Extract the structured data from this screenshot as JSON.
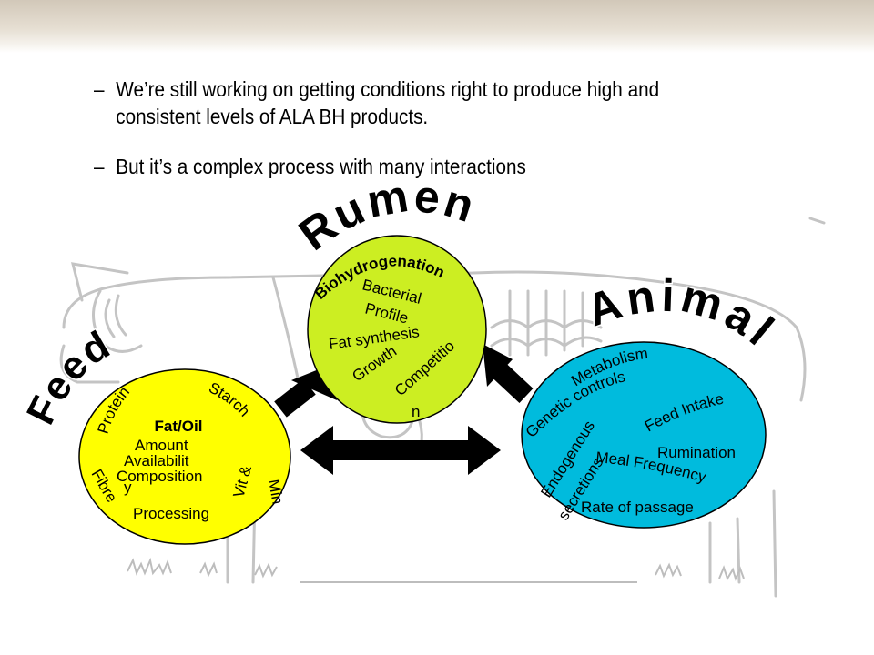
{
  "bullets": [
    {
      "dash": "–",
      "text": "We’re still working on getting conditions right to produce high and consistent levels of ALA BH products."
    },
    {
      "dash": "–",
      "text": "But it’s a complex process with many interactions"
    }
  ],
  "headings": {
    "feed": "Feed",
    "rumen": "Rumen",
    "animal": "Animal"
  },
  "feed": {
    "title": "Fat/Oil",
    "items": {
      "protein": "Protein",
      "starch": "Starch",
      "amount": "Amount",
      "availability": "Availabilit",
      "availability_wrap": "y",
      "composition": "Composition",
      "fibre": "Fibre",
      "vit_min_1": "Vit &",
      "vit_min_2": "Min",
      "processing": "Processing"
    }
  },
  "rumen": {
    "title": "Biohydrogenation",
    "items": {
      "bacterial": "Bacterial",
      "profile": "Profile",
      "fat_synthesis": "Fat synthesis",
      "growth": "Growth",
      "competition": "Competitio",
      "competition_wrap": "n"
    }
  },
  "animal": {
    "items": {
      "metabolism": "Metabolism",
      "genetic": "Genetic controls",
      "feed_intake": "Feed Intake",
      "endogenous": "Endogenous",
      "secretions": "secretions",
      "rumination": "Rumination",
      "meal_frequency": "Meal Frequency",
      "rate_of_passage": "Rate of passage"
    }
  },
  "colors": {
    "feed_fill": "#ffff00",
    "rumen_fill": "#ccee22",
    "animal_fill": "#00bbdd",
    "outline": "#000000",
    "cow": "#bdbdbd",
    "topbar": "#d8cfc2"
  }
}
